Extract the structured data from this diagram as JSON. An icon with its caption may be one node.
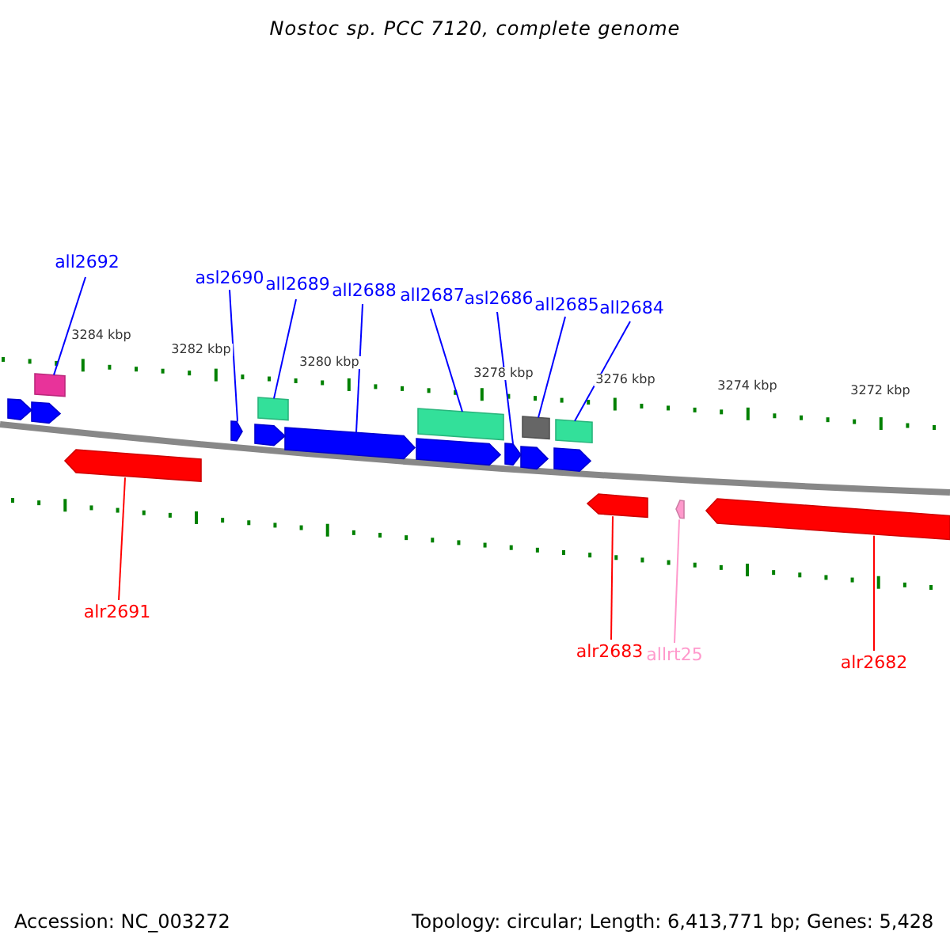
{
  "diagram": {
    "title": "Nostoc sp. PCC 7120, complete genome",
    "nodes": [
      {
        "text": [
          "all2692"
        ]
      },
      {
        "text": [
          "asl2690"
        ]
      },
      {
        "text": [
          "all2689"
        ]
      },
      {
        "text": [
          "all2688"
        ]
      },
      {
        "text": [
          "all2687"
        ]
      },
      {
        "text": [
          "asl2686"
        ]
      },
      {
        "text": [
          "all2685"
        ]
      },
      {
        "text": [
          "all2684"
        ]
      },
      {
        "text": [
          "alr2691"
        ]
      },
      {
        "text": [
          "alr2683"
        ]
      },
      {
        "text": [
          "allrt25"
        ]
      },
      {
        "text": [
          "alr2682"
        ]
      },
      {
        "text": [],
        "shape": "box"
      },
      {
        "text": [],
        "shape": "arrow"
      },
      {
        "text": [],
        "shape": "box"
      },
      {
        "text": [],
        "shape": "arrow"
      },
      {
        "text": [],
        "shape": "box"
      },
      {
        "text": [],
        "shape": "arrow"
      },
      {
        "text": [],
        "shape": "box"
      },
      {
        "text": [],
        "shape": "box"
      },
      {
        "text": [],
        "shape": "arrow"
      },
      {
        "text": [],
        "shape": "arrow"
      },
      {
        "text": [],
        "shape": "arrow"
      },
      {
        "text": [],
        "shape": "arrow"
      }
    ],
    "edges": [
      {
        "from": 0,
        "to": 12,
        "arrow": "none"
      },
      {
        "from": 1,
        "to": 13,
        "arrow": "none"
      },
      {
        "from": 2,
        "to": 14,
        "arrow": "none"
      },
      {
        "from": 3,
        "to": 15,
        "arrow": "none"
      },
      {
        "from": 4,
        "to": 16,
        "arrow": "none"
      },
      {
        "from": 5,
        "to": 17,
        "arrow": "none"
      },
      {
        "from": 6,
        "to": 18,
        "arrow": "none"
      },
      {
        "from": 7,
        "to": 19,
        "arrow": "none"
      },
      {
        "from": 8,
        "to": 20,
        "arrow": "none",
        "color": "#ff0000"
      },
      {
        "from": 9,
        "to": 21,
        "arrow": "none",
        "color": "#ff0000"
      },
      {
        "from": 10,
        "to": 22,
        "arrow": "none",
        "color": "#ff99cc"
      },
      {
        "from": 11,
        "to": 23,
        "arrow": "none",
        "color": "#ff0000"
      }
    ],
    "labels": [
      "3284 kbp",
      "3282 kbp",
      "3280 kbp",
      "3278 kbp",
      "3276 kbp",
      "3274 kbp",
      "3272 kbp",
      "Accession: NC_003272",
      "Topology: circular; Length: 6,413,771 bp; Genes: 5,428"
    ]
  }
}
